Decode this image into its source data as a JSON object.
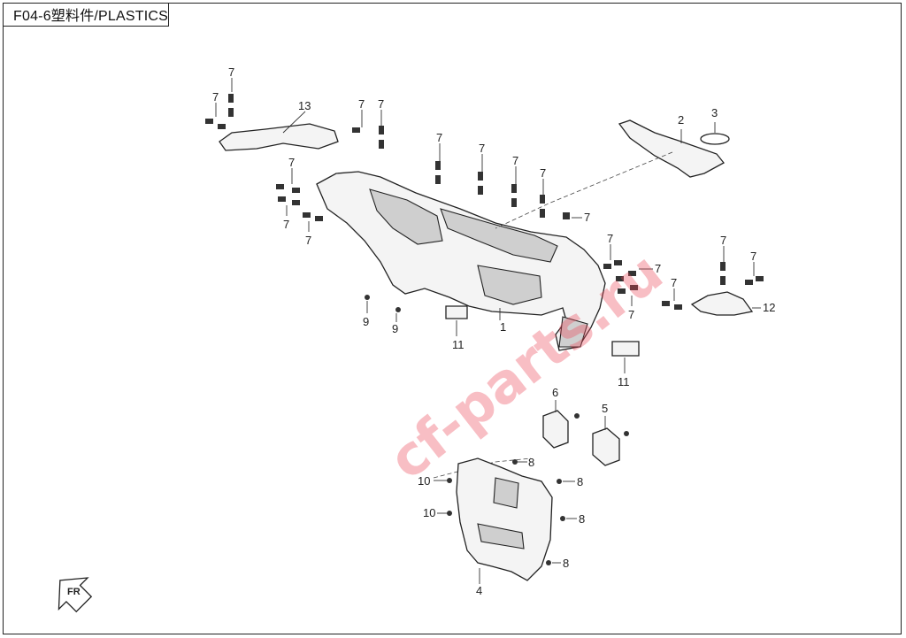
{
  "title": "F04-6塑料件/PLASTICS",
  "watermark": "cf-parts.ru",
  "direction_label": "FR",
  "callouts": {
    "n1": "1",
    "n2": "2",
    "n3": "3",
    "n4": "4",
    "n5": "5",
    "n6": "6",
    "n7": "7",
    "n8": "8",
    "n9": "9",
    "n10": "10",
    "n11": "11",
    "n12": "12",
    "n13": "13"
  }
}
